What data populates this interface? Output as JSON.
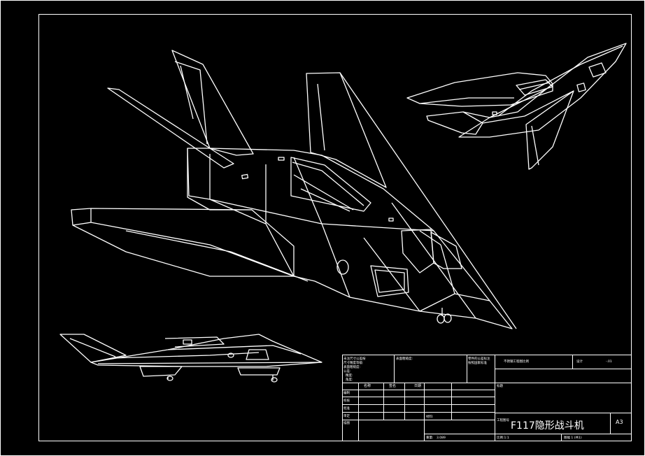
{
  "drawing": {
    "title": "F117隐形战斗机",
    "sheet_size": "A3",
    "notes": [
      "未注尺寸公差按",
      "尺寸精度等级:",
      "表面粗糙度:",
      "公差:",
      "精度:",
      "角度:"
    ],
    "surface_label": "表面粗糙度:",
    "general_label": "零件的公差标注",
    "general_label2": "按照国家标准",
    "material_code": "不锈钢工程图比例",
    "design_label": "设计",
    "design_value": "-.01",
    "header_cols": [
      "名称",
      "签名",
      "日期"
    ],
    "row_labels": [
      "编制",
      "校核",
      "批准",
      "审定",
      "描图"
    ],
    "material_label": "材料:",
    "weight_label": "重量:",
    "weight_value": "3.089",
    "mark_label": "标题",
    "project_label": "工程图号",
    "scale_label": "比例:1:1",
    "sheet_label": "图幅 1 (共1)"
  }
}
